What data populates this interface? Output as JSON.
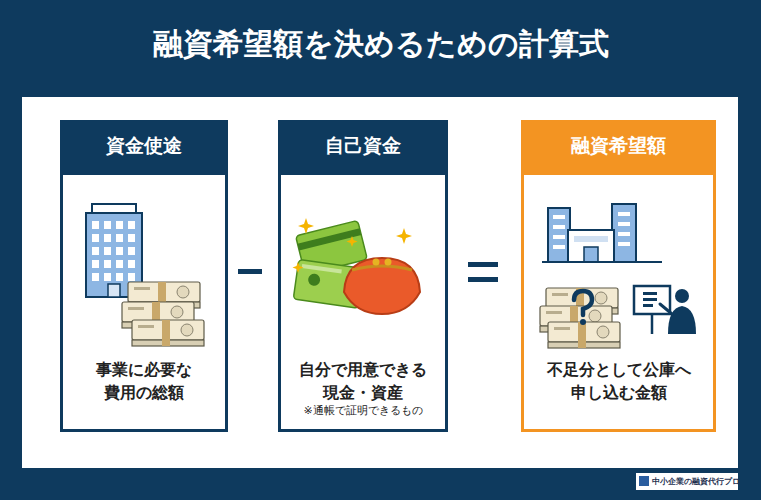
{
  "diagram": {
    "title": "融資希望額を決めるための計算式",
    "nodes": [
      {
        "text": [
          "資金使途",
          "事業に必要な費用の総額"
        ]
      },
      {
        "text": [
          "自己資金",
          "自分で用意できる現金・資産",
          "※通帳で証明できるもの"
        ]
      },
      {
        "text": [
          "融資希望額",
          "不足分として公庫へ申し込む金額"
        ]
      }
    ],
    "labels": [
      "中小企業の融資代行プロ"
    ]
  }
}
